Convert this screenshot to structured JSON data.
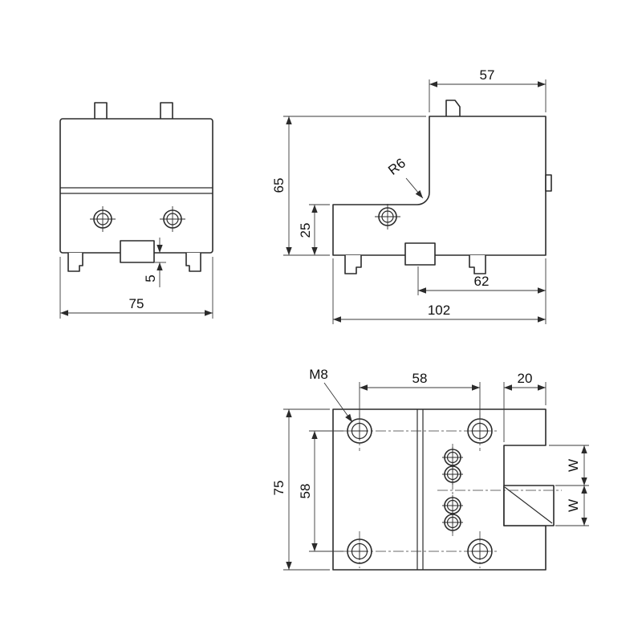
{
  "drawing": {
    "front": {
      "width": "75",
      "notch_offset": "5"
    },
    "side": {
      "top_width": "57",
      "height": "65",
      "step_height": "25",
      "fillet_radius": "R6",
      "notch_to_edge": "62",
      "total_width": "102"
    },
    "plan": {
      "thread_callout": "M8",
      "hole_spacing_h": "58",
      "notch_width": "20",
      "depth": "75",
      "hole_spacing_v": "58",
      "key_width_top": "W",
      "key_width_bottom": "W"
    }
  }
}
